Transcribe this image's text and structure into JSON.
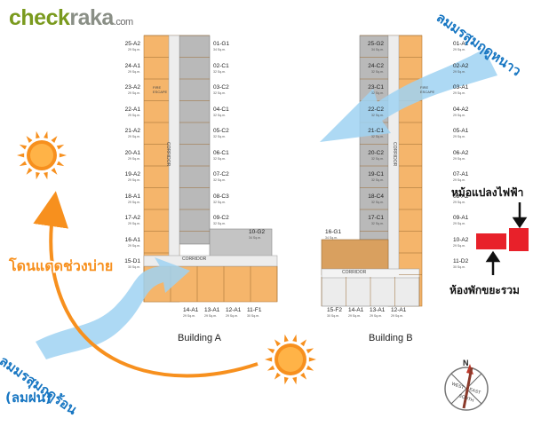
{
  "logo": {
    "main": "check",
    "accent": "raka",
    "suffix": ".com"
  },
  "annotations": {
    "cool_wind": "ลมมรสุมฤดูหนาว",
    "hot_wind": "ลมมรสุมฤดูร้อน",
    "hot_wind_note": "(ลมฝน)",
    "afternoon_sun": "โดนแดดช่วงบ่าย",
    "transformer": "หม้อแปลงไฟฟ้า",
    "garbage_room": "ห้องพักขยะรวม"
  },
  "buildings": {
    "a": {
      "name": "Building A",
      "left_units": [
        {
          "code": "25-A2",
          "size": "29 Sq.m."
        },
        {
          "code": "24-A1",
          "size": "29 Sq.m."
        },
        {
          "code": "23-A2",
          "size": "29 Sq.m."
        },
        {
          "code": "22-A1",
          "size": "29 Sq.m."
        },
        {
          "code": "21-A2",
          "size": "29 Sq.m."
        },
        {
          "code": "20-A1",
          "size": "29 Sq.m."
        },
        {
          "code": "19-A2",
          "size": "29 Sq.m."
        },
        {
          "code": "18-A1",
          "size": "29 Sq.m."
        },
        {
          "code": "17-A2",
          "size": "29 Sq.m."
        },
        {
          "code": "16-A1",
          "size": "29 Sq.m."
        },
        {
          "code": "15-D1",
          "size": "30 Sq.m."
        }
      ],
      "right_units": [
        {
          "code": "01-G1",
          "size": "34 Sq.m."
        },
        {
          "code": "02-C1",
          "size": "32 Sq.m."
        },
        {
          "code": "03-C2",
          "size": "32 Sq.m."
        },
        {
          "code": "04-C1",
          "size": "32 Sq.m."
        },
        {
          "code": "05-C2",
          "size": "32 Sq.m."
        },
        {
          "code": "06-C1",
          "size": "32 Sq.m."
        },
        {
          "code": "07-C2",
          "size": "32 Sq.m."
        },
        {
          "code": "08-C3",
          "size": "32 Sq.m."
        },
        {
          "code": "09-C2",
          "size": "32 Sq.m."
        }
      ],
      "extra_units": [
        {
          "code": "10-G2",
          "size": "34 Sq.m."
        }
      ],
      "bottom_units": [
        {
          "code": "14-A1",
          "size": "29 Sq.m."
        },
        {
          "code": "13-A1",
          "size": "29 Sq.m."
        },
        {
          "code": "12-A1",
          "size": "29 Sq.m."
        },
        {
          "code": "11-F1",
          "size": "30 Sq.m."
        }
      ],
      "corridor": "CORRIDOR",
      "corridor_v": "CORRIDOR",
      "fire_escape": "FIRE ESCAPE"
    },
    "b": {
      "name": "Building B",
      "left_units": [
        {
          "code": "25-G2",
          "size": "34 Sq.m."
        },
        {
          "code": "24-C2",
          "size": "32 Sq.m."
        },
        {
          "code": "23-C1",
          "size": "32 Sq.m."
        },
        {
          "code": "22-C2",
          "size": "32 Sq.m."
        },
        {
          "code": "21-C1",
          "size": "32 Sq.m."
        },
        {
          "code": "20-C2",
          "size": "32 Sq.m."
        },
        {
          "code": "19-C1",
          "size": "32 Sq.m."
        },
        {
          "code": "18-C4",
          "size": "32 Sq.m."
        },
        {
          "code": "17-C1",
          "size": "32 Sq.m."
        }
      ],
      "extra_units": [
        {
          "code": "16-G1",
          "size": "34 Sq.m."
        }
      ],
      "right_units": [
        {
          "code": "01-A2",
          "size": "29 Sq.m."
        },
        {
          "code": "02-A2",
          "size": "29 Sq.m."
        },
        {
          "code": "03-A1",
          "size": "29 Sq.m."
        },
        {
          "code": "04-A2",
          "size": "29 Sq.m."
        },
        {
          "code": "05-A1",
          "size": "29 Sq.m."
        },
        {
          "code": "06-A2",
          "size": "29 Sq.m."
        },
        {
          "code": "07-A1",
          "size": "29 Sq.m."
        },
        {
          "code": "08-A2",
          "size": "29 Sq.m."
        },
        {
          "code": "09-A1",
          "size": "29 Sq.m."
        },
        {
          "code": "10-A2",
          "size": "29 Sq.m."
        },
        {
          "code": "11-D2",
          "size": "30 Sq.m."
        }
      ],
      "bottom_units": [
        {
          "code": "15-F2",
          "size": "30 Sq.m."
        },
        {
          "code": "14-A1",
          "size": "29 Sq.m."
        },
        {
          "code": "13-A1",
          "size": "29 Sq.m."
        },
        {
          "code": "12-A1",
          "size": "29 Sq.m."
        }
      ],
      "corridor": "CORRIDOR",
      "corridor_v": "CORRIDOR",
      "fire_escape": "FIRE ESCAPE"
    }
  },
  "compass": {
    "north": "N",
    "west": "WEST",
    "east": "EAST",
    "south": "SOUTH"
  },
  "colors": {
    "orange_unit": "#f5b56b",
    "gray_unit": "#b9b9b9",
    "tan_unit": "#d9a05f",
    "sun": "#f7901e",
    "wind_blue": "#9fd2f2",
    "red_marker": "#e8212a"
  }
}
